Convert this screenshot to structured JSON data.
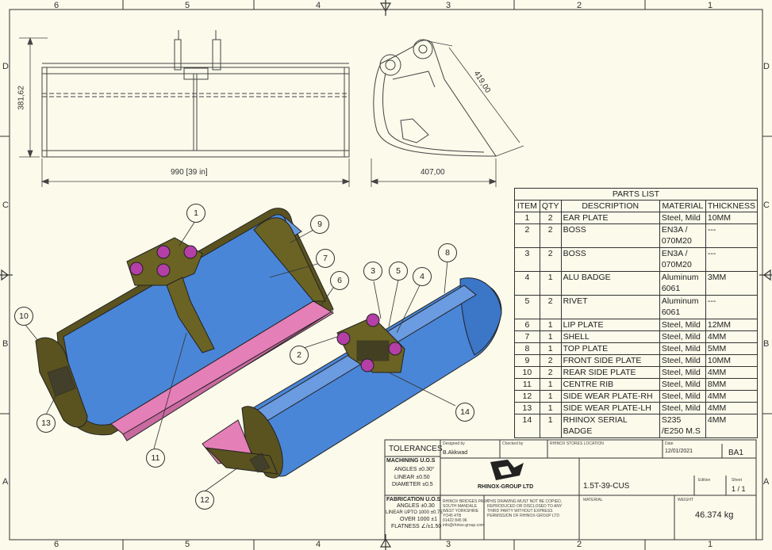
{
  "zones": {
    "cols": [
      "6",
      "5",
      "4",
      "3",
      "2",
      "1"
    ],
    "rows": [
      "D",
      "C",
      "B",
      "A"
    ]
  },
  "dimensions": {
    "height": "381,62",
    "width": "990 [39 in]",
    "side_depth": "407,00",
    "side_diag": "419,00"
  },
  "balloons": [
    "1",
    "2",
    "3",
    "4",
    "5",
    "6",
    "7",
    "8",
    "9",
    "10",
    "11",
    "12",
    "13",
    "14"
  ],
  "parts_list": {
    "title": "PARTS LIST",
    "headers": [
      "ITEM",
      "QTY",
      "DESCRIPTION",
      "MATERIAL",
      "THICKNESS"
    ],
    "rows": [
      {
        "item": "1",
        "qty": "2",
        "desc": "EAR PLATE",
        "mat1": "Steel, Mild",
        "mat2": "",
        "thk": "10MM"
      },
      {
        "item": "2",
        "qty": "2",
        "desc": "BOSS",
        "mat1": "EN3A /",
        "mat2": "070M20",
        "thk": "---"
      },
      {
        "item": "3",
        "qty": "2",
        "desc": "BOSS",
        "mat1": "EN3A /",
        "mat2": "070M20",
        "thk": "---"
      },
      {
        "item": "4",
        "qty": "1",
        "desc": "ALU BADGE",
        "mat1": "Aluminum",
        "mat2": "6061",
        "thk": "3MM"
      },
      {
        "item": "5",
        "qty": "2",
        "desc": "RIVET",
        "mat1": "Aluminum",
        "mat2": "6061",
        "thk": "---"
      },
      {
        "item": "6",
        "qty": "1",
        "desc": "LIP PLATE",
        "mat1": "Steel, Mild",
        "mat2": "",
        "thk": "12MM"
      },
      {
        "item": "7",
        "qty": "1",
        "desc": "SHELL",
        "mat1": "Steel, Mild",
        "mat2": "",
        "thk": "4MM"
      },
      {
        "item": "8",
        "qty": "1",
        "desc": "TOP PLATE",
        "mat1": "Steel, Mild",
        "mat2": "",
        "thk": "5MM"
      },
      {
        "item": "9",
        "qty": "2",
        "desc": "FRONT SIDE PLATE",
        "mat1": "Steel, Mild",
        "mat2": "",
        "thk": "10MM"
      },
      {
        "item": "10",
        "qty": "2",
        "desc": "REAR SIDE PLATE",
        "mat1": "Steel, Mild",
        "mat2": "",
        "thk": "4MM"
      },
      {
        "item": "11",
        "qty": "1",
        "desc": "CENTRE RIB",
        "mat1": "Steel, Mild",
        "mat2": "",
        "thk": "8MM"
      },
      {
        "item": "12",
        "qty": "1",
        "desc": "SIDE WEAR PLATE-RH",
        "mat1": "Steel, Mild",
        "mat2": "",
        "thk": "4MM"
      },
      {
        "item": "13",
        "qty": "1",
        "desc": "SIDE WEAR PLATE-LH",
        "mat1": "Steel, Mild",
        "mat2": "",
        "thk": "4MM"
      },
      {
        "item": "14",
        "qty": "1",
        "desc": "RHINOX SERIAL BADGE",
        "mat1": "S235",
        "mat2": "/E250 M.S",
        "thk": "4MM"
      }
    ]
  },
  "title_block": {
    "tolerances": "TOLERANCES",
    "machining_title": "MACHINING U.O.S",
    "machining": [
      "ANGLES ±0.30°",
      "LINEAR ±0.50",
      "DIAMETER ±0.5"
    ],
    "fabrication_title": "FABRICATION U.O.S",
    "fabrication": [
      "ANGLES ±0.30",
      "LINEAR UPTO 1000 ±0.75",
      "OVER 1000 ±1",
      "FLATNESS ∠/±1.50"
    ],
    "designed_by_label": "Designed by",
    "designed_by": "B.Akkwad",
    "checked_by_label": "Checked by",
    "location": "RHINOX STORES LOCATION",
    "date_label": "Date",
    "date": "12/01/2021",
    "sheet_size": "BA1",
    "company": "RHINOX-GROUP LTD",
    "address": [
      "RHINOX BRIDGES PARK",
      "SOUTH MANDALE",
      "WEST YORKSHIRE",
      "YO45 4TB",
      "01422 845 96",
      "info@rhinox-group.com"
    ],
    "notice": [
      "THIS DRAWING MUST NOT BE COPIED,",
      "REPRODUCED OR DISCLOSED TO ANY",
      "THIRD PARTY WITHOUT EXPRESS",
      "PERMISSION OF RHINOX-GROUP LTD"
    ],
    "part_number": "1.5T-39-CUS",
    "edition_label": "Edition",
    "sheet_label": "Sheet",
    "sheet": "1 / 1",
    "material_label": "MATERIAL",
    "weight_label": "WEIGHT",
    "weight": "46.374 kg"
  }
}
